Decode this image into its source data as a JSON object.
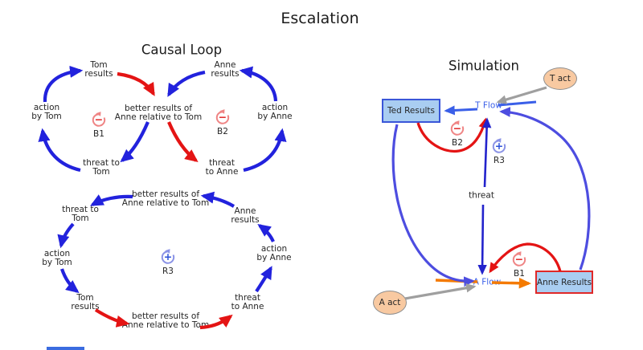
{
  "title": "Escalation",
  "causal_loop": {
    "title": "Causal Loop",
    "top_loop": {
      "tom_results": "Tom\nresults",
      "anne_results": "Anne\nresults",
      "better_results": "better results of\nAnne relative to Tom",
      "action_by_tom": "action\nby Tom",
      "action_by_anne": "action\nby Anne",
      "threat_to_tom": "threat to\nTom",
      "threat_to_anne": "threat\nto Anne",
      "loop_b1": {
        "label": "B1",
        "polarity": "−"
      },
      "loop_b2": {
        "label": "B2",
        "polarity": "−"
      }
    },
    "bottom_loop": {
      "better_results_top": "better results of\nAnne relative to Tom",
      "threat_to_tom": "threat to\nTom",
      "anne_results": "Anne\nresults",
      "action_by_tom": "action\nby Tom",
      "action_by_anne": "action\nby Anne",
      "tom_results": "Tom\nresults",
      "threat_to_anne": "threat\nto Anne",
      "better_results_bottom": "better results of\nAnne relative to Tom",
      "loop_r3": {
        "label": "R3",
        "polarity": "+"
      }
    }
  },
  "simulation": {
    "title": "Simulation",
    "ted_results_stock": "Ted Results",
    "anne_results_stock": "Anne Results",
    "t_flow": "T Flow",
    "a_flow": "A Flow",
    "t_act": "T act",
    "a_act": "A act",
    "threat_link": "threat",
    "loop_b2": {
      "label": "B2",
      "polarity": "−"
    },
    "loop_r3": {
      "label": "R3",
      "polarity": "+"
    },
    "loop_b1": {
      "label": "B1",
      "polarity": "−"
    }
  },
  "colors": {
    "causal_blue": "#2222dd",
    "causal_red": "#e41414",
    "link_violet": "#4d4de0",
    "threat_blue": "#2323cc",
    "flow_blue": "#3a5fe8",
    "flow_orange": "#f47a00",
    "gray_link": "#9f9f9f",
    "stock_fill": "#a9cdf1",
    "stock_border_blue": "#3a56d8",
    "stock_border_red": "#e02828",
    "converter_fill": "#f8c9a1",
    "balancing_red": "#ef8585",
    "reinforcing_blue": "#8b93e6"
  }
}
